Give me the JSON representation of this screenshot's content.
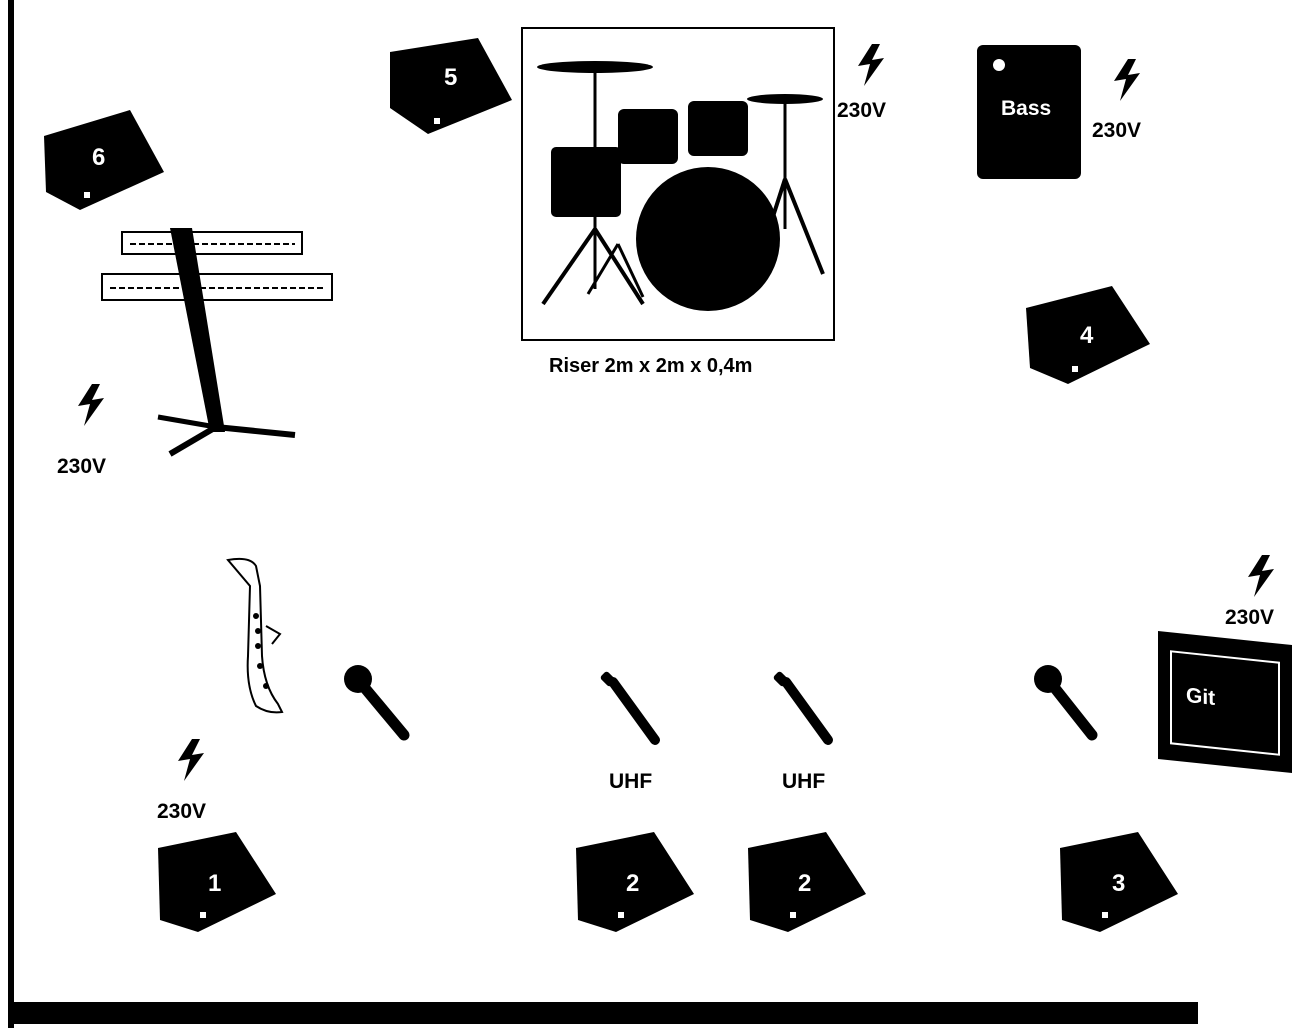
{
  "power_label": "230V",
  "riser_caption": "Riser 2m x 2m x 0,4m",
  "bass_amp_label": "Bass",
  "guitar_amp_label": "Git",
  "uhf_label": "UHF",
  "monitors": {
    "m1": "1",
    "m2a": "2",
    "m2b": "2",
    "m3": "3",
    "m4": "4",
    "m5": "5",
    "m6": "6"
  },
  "colors": {
    "ink": "#000000",
    "background": "#ffffff"
  }
}
